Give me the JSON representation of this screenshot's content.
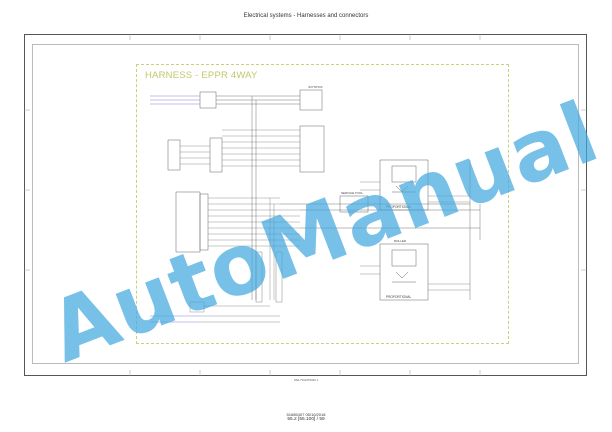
{
  "header": {
    "title": "Electrical systems - Harnesses and connectors"
  },
  "diagram": {
    "title": "HARNESS - EPPR 4WAY",
    "labels": {
      "joystick": "JOYSTICK",
      "service_tool": "SERVICE TOOL",
      "proportional_1": "PROPORTIONAL",
      "proportional_2": "PROPORTIONAL",
      "roller": "ROLLER"
    }
  },
  "sheet_ref": "SS4-7012175443   1",
  "footer": {
    "doc_id": "51665407 05/10/2018",
    "page": "55.2 [55.100] / 59"
  },
  "watermark": "AutoManual",
  "colors": {
    "wire_purple": "#8a7fd1",
    "wire_gray": "#777777",
    "title_yellow": "#c2c86a",
    "watermark_blue": "#42a8de"
  }
}
